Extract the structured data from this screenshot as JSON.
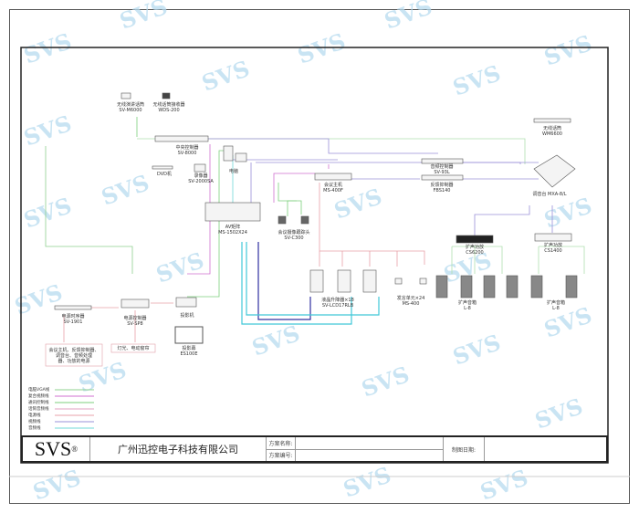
{
  "watermark": "SVS",
  "devices": {
    "wireless_mic": {
      "name": "无线演讲话筒",
      "model": "SV-M6000"
    },
    "mic_receiver": {
      "name": "无线话筒接收器",
      "model": "WDS-200"
    },
    "central_controller": {
      "name": "中央控制器",
      "model": "SV-8000"
    },
    "dvd": {
      "name": "DVD机"
    },
    "recorder": {
      "name": "录像器",
      "model": "SV-2000SA"
    },
    "pc": {
      "name": "电脑"
    },
    "av_matrix": {
      "name": "AV矩阵",
      "model": "MS-1502X24"
    },
    "camera": {
      "name": "会议摄像跟踪头",
      "model": "SV-C300"
    },
    "conf_host": {
      "name": "会议主机",
      "model": "MS-400F"
    },
    "audio_ctrl": {
      "name": "音频控制器",
      "model": "SV-93L"
    },
    "feedback": {
      "name": "反馈抑制器",
      "model": "FBS140"
    },
    "wireless_mic2": {
      "name": "无线话筒",
      "model": "WM6600"
    },
    "mixer": {
      "name": "调音台 MXA-8/L"
    },
    "amp1": {
      "name": "扩声功放",
      "model": "CS6200"
    },
    "amp2": {
      "name": "扩声功放",
      "model": "CS1400"
    },
    "lcd_lift": {
      "name": "液晶升降器×18",
      "model": "SV-LCD17RLB"
    },
    "speaker_unit": {
      "name": "发言单元×24",
      "model": "MS-400"
    },
    "speakers1": {
      "name": "扩声音箱",
      "model": "L-8"
    },
    "speakers2": {
      "name": "扩声音箱",
      "model": "L-8"
    },
    "sequencer": {
      "name": "电源时序器",
      "model": "SV-1901"
    },
    "power_ctrl": {
      "name": "电源控制器",
      "model": "SV-SP8"
    },
    "projector": {
      "name": "投影机"
    },
    "screen": {
      "name": "投影幕",
      "model": "ES100E"
    }
  },
  "notes": {
    "power_targets": [
      "会议主机、反馈抑制器、",
      "调音台、音频处理",
      "器、功放的电源"
    ],
    "lighting": "灯光、电动窗帘"
  },
  "legend": [
    {
      "label": "电脑VGA线",
      "color": "#8fd08f"
    },
    {
      "label": "复合视频线",
      "color": "#d070d0"
    },
    {
      "label": "通讯控制线",
      "color": "#7ccf7c"
    },
    {
      "label": "话筒音频线",
      "color": "#e0a0c0"
    },
    {
      "label": "电源线",
      "color": "#e8a0a8"
    },
    {
      "label": "视频线",
      "color": "#9a90d8"
    },
    {
      "label": "音频线",
      "color": "#70d8d8"
    }
  ],
  "title_block": {
    "logo": "SVS",
    "logo_mark": "®",
    "company": "广州迅控电子科技有限公司",
    "plan_name_label": "方案名称:",
    "plan_no_label": "方案编号:",
    "date_label": "制图日期:"
  }
}
